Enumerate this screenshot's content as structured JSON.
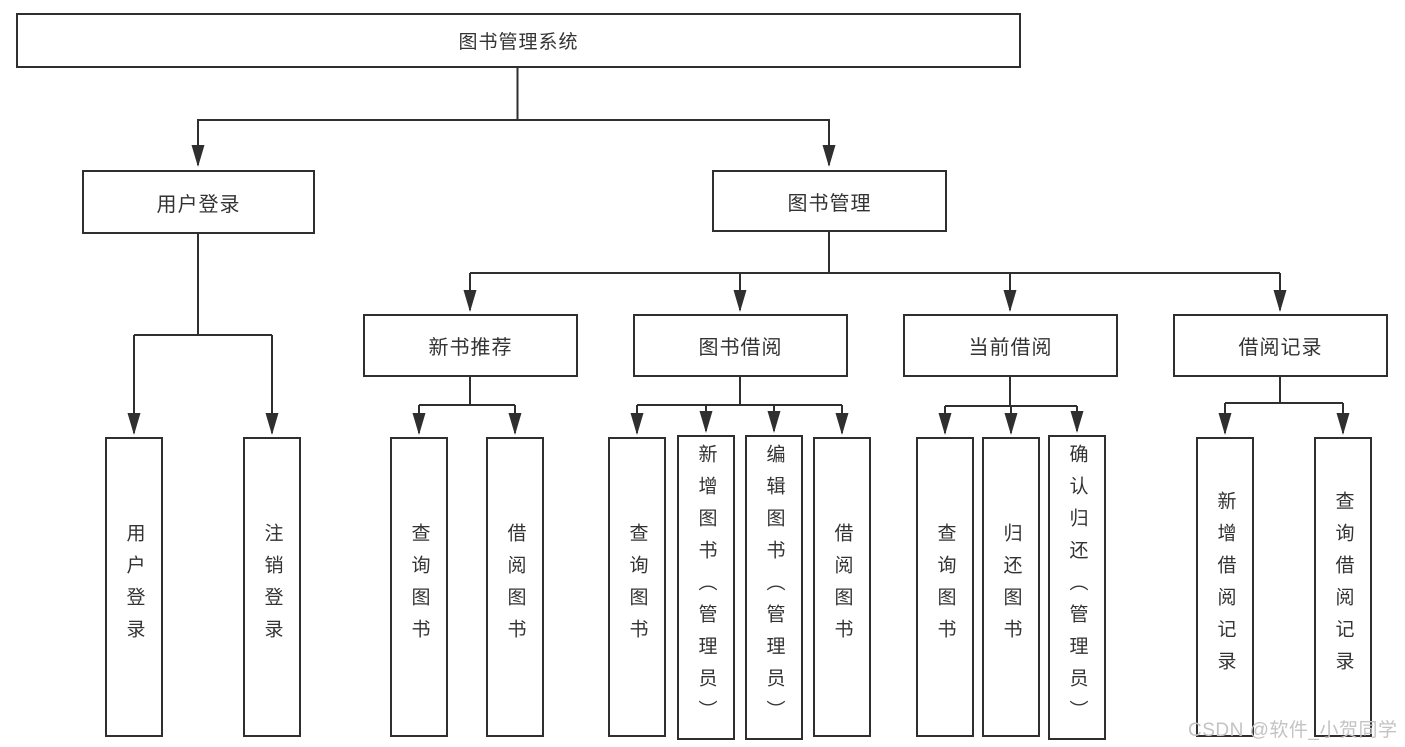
{
  "diagram": {
    "type": "hierarchy-tree",
    "root": {
      "label": "图书管理系统"
    },
    "branches": [
      {
        "label": "用户登录",
        "children": [
          {
            "label": "用户登录"
          },
          {
            "label": "注销登录"
          }
        ]
      },
      {
        "label": "图书管理",
        "children": [
          {
            "label": "新书推荐",
            "children": [
              {
                "label": "查询图书"
              },
              {
                "label": "借阅图书"
              }
            ]
          },
          {
            "label": "图书借阅",
            "children": [
              {
                "label": "查询图书"
              },
              {
                "label": "新增图书（管理员）"
              },
              {
                "label": "编辑图书（管理员）"
              },
              {
                "label": "借阅图书"
              }
            ]
          },
          {
            "label": "当前借阅",
            "children": [
              {
                "label": "查询图书"
              },
              {
                "label": "归还图书"
              },
              {
                "label": "确认归还（管理员）"
              }
            ]
          },
          {
            "label": "借阅记录",
            "children": [
              {
                "label": "新增借阅记录"
              },
              {
                "label": "查询借阅记录"
              }
            ]
          }
        ]
      }
    ]
  },
  "watermark": {
    "text": "CSDN @软件_小贺同学"
  },
  "colors": {
    "line": "#2f2f2f",
    "text": "#333333",
    "watermark": "#c3c3c3",
    "background": "#ffffff"
  }
}
